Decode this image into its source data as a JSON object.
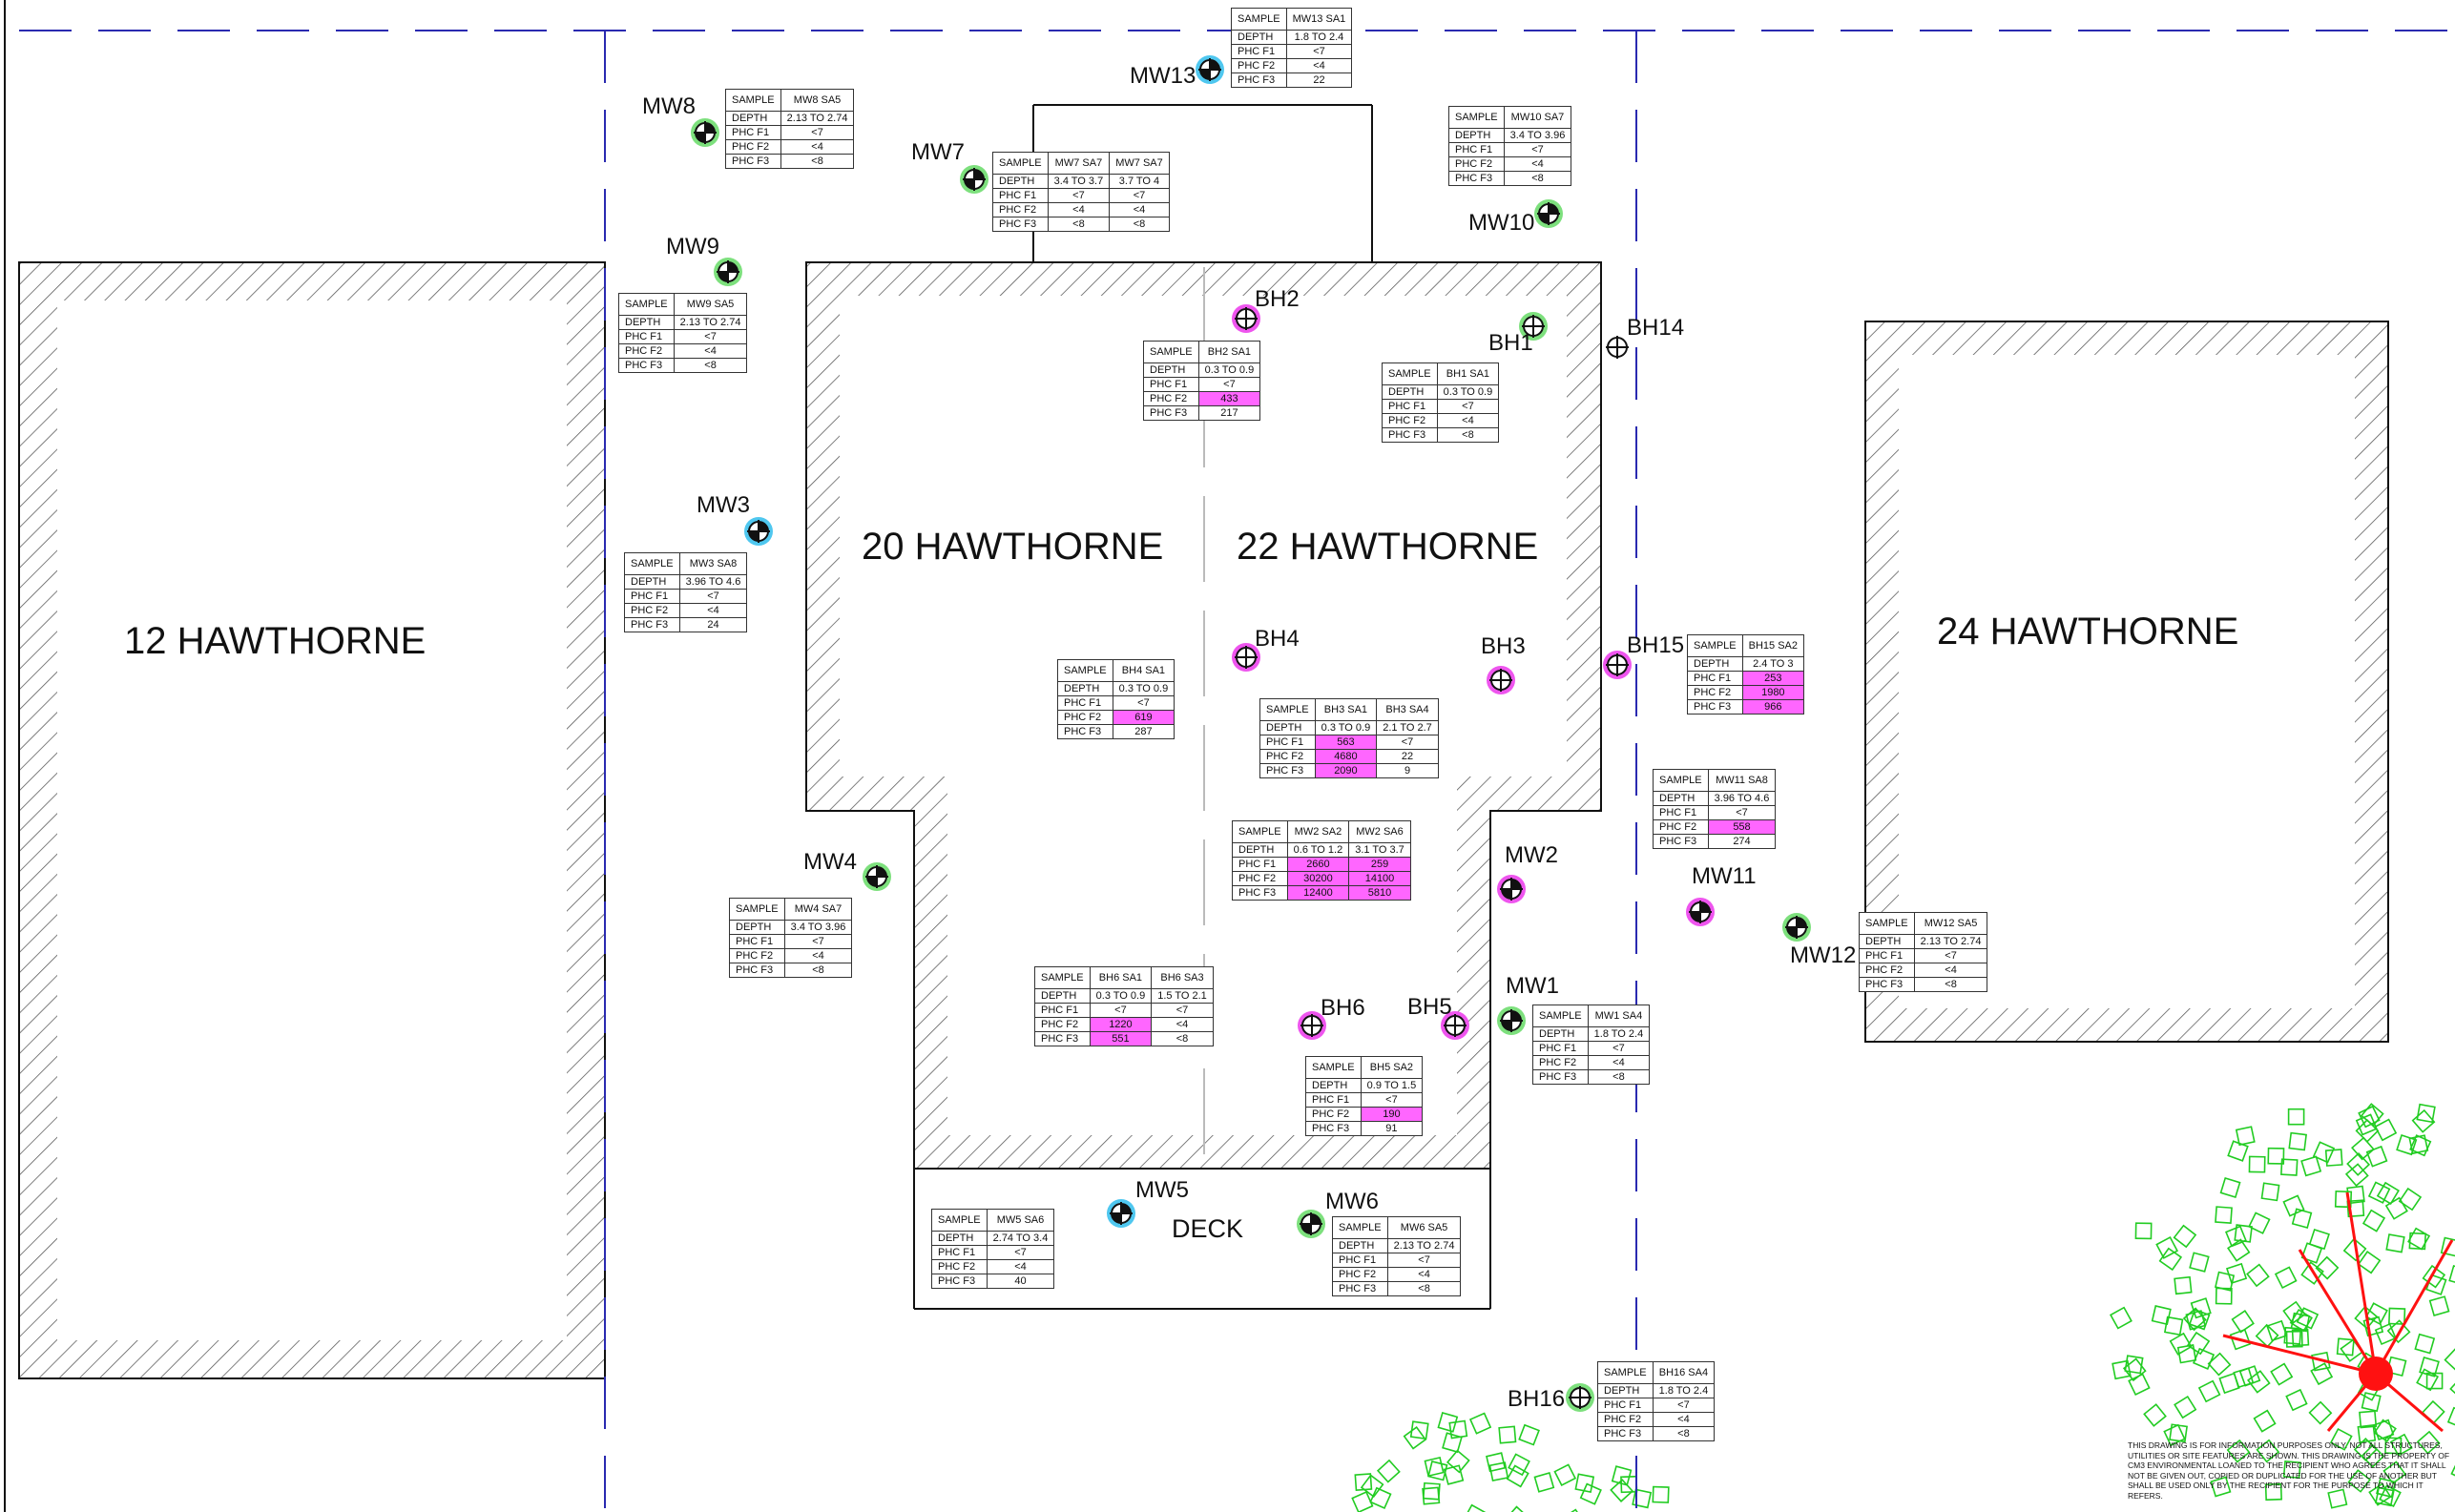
{
  "properties": [
    {
      "name": "12 HAWTHORNE"
    },
    {
      "name": "20 HAWTHORNE"
    },
    {
      "name": "22 HAWTHORNE"
    },
    {
      "name": "24 HAWTHORNE"
    }
  ],
  "deck_label": "DECK",
  "symbol_colors": {
    "green": "#7de07d",
    "blue": "#4fc7ef",
    "magenta": "#ee55ee",
    "exceedance": "#ff66ff",
    "vegetation": "#22cc22",
    "tree": "#ff1111"
  },
  "wells": [
    {
      "name": "MW8",
      "color": "green"
    },
    {
      "name": "MW7",
      "color": "green"
    },
    {
      "name": "MW13",
      "color": "blue"
    },
    {
      "name": "MW10",
      "color": "green"
    },
    {
      "name": "MW9",
      "color": "green"
    },
    {
      "name": "MW3",
      "color": "blue"
    },
    {
      "name": "BH2",
      "color": "magenta"
    },
    {
      "name": "BH1",
      "color": "green"
    },
    {
      "name": "BH14",
      "color": "none"
    },
    {
      "name": "BH4",
      "color": "magenta"
    },
    {
      "name": "BH3",
      "color": "magenta"
    },
    {
      "name": "BH15",
      "color": "magenta"
    },
    {
      "name": "MW4",
      "color": "green"
    },
    {
      "name": "MW2",
      "color": "magenta"
    },
    {
      "name": "MW11",
      "color": "magenta"
    },
    {
      "name": "MW12",
      "color": "green"
    },
    {
      "name": "BH6",
      "color": "magenta"
    },
    {
      "name": "BH5",
      "color": "magenta"
    },
    {
      "name": "MW1",
      "color": "green"
    },
    {
      "name": "MW5",
      "color": "blue"
    },
    {
      "name": "MW6",
      "color": "green"
    },
    {
      "name": "BH16",
      "color": "green"
    }
  ],
  "row_labels": {
    "sample": "SAMPLE",
    "depth": "DEPTH",
    "f1": "PHC F1",
    "f2": "PHC F2",
    "f3": "PHC F3"
  },
  "sample_tables": [
    {
      "id": "mw13",
      "cols": [
        {
          "name": "MW13 SA1",
          "depth": "1.8 TO 2.4",
          "f1": "<7",
          "f2": "<4",
          "f3": "22",
          "ex": []
        }
      ]
    },
    {
      "id": "mw8",
      "cols": [
        {
          "name": "MW8 SA5",
          "depth": "2.13 TO 2.74",
          "f1": "<7",
          "f2": "<4",
          "f3": "<8",
          "ex": []
        }
      ]
    },
    {
      "id": "mw7",
      "cols": [
        {
          "name": "MW7 SA7",
          "depth": "3.4 TO 3.7",
          "f1": "<7",
          "f2": "<4",
          "f3": "<8",
          "ex": []
        },
        {
          "name": "MW7 SA7",
          "depth": "3.7 TO 4",
          "f1": "<7",
          "f2": "<4",
          "f3": "<8",
          "ex": []
        }
      ]
    },
    {
      "id": "mw10",
      "cols": [
        {
          "name": "MW10 SA7",
          "depth": "3.4 TO 3.96",
          "f1": "<7",
          "f2": "<4",
          "f3": "<8",
          "ex": []
        }
      ]
    },
    {
      "id": "mw9",
      "cols": [
        {
          "name": "MW9 SA5",
          "depth": "2.13 TO 2.74",
          "f1": "<7",
          "f2": "<4",
          "f3": "<8",
          "ex": []
        }
      ]
    },
    {
      "id": "bh2",
      "cols": [
        {
          "name": "BH2 SA1",
          "depth": "0.3 TO 0.9",
          "f1": "<7",
          "f2": "433",
          "f3": "217",
          "ex": [
            "f2"
          ]
        }
      ]
    },
    {
      "id": "bh1",
      "cols": [
        {
          "name": "BH1 SA1",
          "depth": "0.3 TO 0.9",
          "f1": "<7",
          "f2": "<4",
          "f3": "<8",
          "ex": []
        }
      ]
    },
    {
      "id": "mw3",
      "cols": [
        {
          "name": "MW3 SA8",
          "depth": "3.96 TO 4.6",
          "f1": "<7",
          "f2": "<4",
          "f3": "24",
          "ex": []
        }
      ]
    },
    {
      "id": "bh4",
      "cols": [
        {
          "name": "BH4 SA1",
          "depth": "0.3 TO 0.9",
          "f1": "<7",
          "f2": "619",
          "f3": "287",
          "ex": [
            "f2"
          ]
        }
      ]
    },
    {
      "id": "bh3",
      "cols": [
        {
          "name": "BH3 SA1",
          "depth": "0.3 TO 0.9",
          "f1": "563",
          "f2": "4680",
          "f3": "2090",
          "ex": [
            "f1",
            "f2",
            "f3"
          ]
        },
        {
          "name": "BH3 SA4",
          "depth": "2.1 TO 2.7",
          "f1": "<7",
          "f2": "22",
          "f3": "9",
          "ex": []
        }
      ]
    },
    {
      "id": "bh15",
      "cols": [
        {
          "name": "BH15 SA2",
          "depth": "2.4 TO 3",
          "f1": "253",
          "f2": "1980",
          "f3": "966",
          "ex": [
            "f1",
            "f2",
            "f3"
          ]
        }
      ]
    },
    {
      "id": "mw11",
      "cols": [
        {
          "name": "MW11 SA8",
          "depth": "3.96 TO 4.6",
          "f1": "<7",
          "f2": "558",
          "f3": "274",
          "ex": [
            "f2"
          ]
        }
      ]
    },
    {
      "id": "mw2",
      "cols": [
        {
          "name": "MW2 SA2",
          "depth": "0.6 TO 1.2",
          "f1": "2660",
          "f2": "30200",
          "f3": "12400",
          "ex": [
            "f1",
            "f2",
            "f3"
          ]
        },
        {
          "name": "MW2 SA6",
          "depth": "3.1 TO 3.7",
          "f1": "259",
          "f2": "14100",
          "f3": "5810",
          "ex": [
            "f1",
            "f2",
            "f3"
          ]
        }
      ]
    },
    {
      "id": "mw4",
      "cols": [
        {
          "name": "MW4 SA7",
          "depth": "3.4 TO 3.96",
          "f1": "<7",
          "f2": "<4",
          "f3": "<8",
          "ex": []
        }
      ]
    },
    {
      "id": "mw12",
      "cols": [
        {
          "name": "MW12 SA5",
          "depth": "2.13 TO 2.74",
          "f1": "<7",
          "f2": "<4",
          "f3": "<8",
          "ex": []
        }
      ]
    },
    {
      "id": "bh6",
      "cols": [
        {
          "name": "BH6 SA1",
          "depth": "0.3 TO 0.9",
          "f1": "<7",
          "f2": "1220",
          "f3": "551",
          "ex": [
            "f2",
            "f3"
          ]
        },
        {
          "name": "BH6 SA3",
          "depth": "1.5 TO 2.1",
          "f1": "<7",
          "f2": "<4",
          "f3": "<8",
          "ex": []
        }
      ]
    },
    {
      "id": "mw1",
      "cols": [
        {
          "name": "MW1 SA4",
          "depth": "1.8 TO 2.4",
          "f1": "<7",
          "f2": "<4",
          "f3": "<8",
          "ex": []
        }
      ]
    },
    {
      "id": "bh5",
      "cols": [
        {
          "name": "BH5 SA2",
          "depth": "0.9 TO 1.5",
          "f1": "<7",
          "f2": "190",
          "f3": "91",
          "ex": [
            "f2"
          ]
        }
      ]
    },
    {
      "id": "mw5",
      "cols": [
        {
          "name": "MW5 SA6",
          "depth": "2.74 TO 3.4",
          "f1": "<7",
          "f2": "<4",
          "f3": "40",
          "ex": []
        }
      ]
    },
    {
      "id": "mw6",
      "cols": [
        {
          "name": "MW6 SA5",
          "depth": "2.13 TO 2.74",
          "f1": "<7",
          "f2": "<4",
          "f3": "<8",
          "ex": []
        }
      ]
    },
    {
      "id": "bh16",
      "cols": [
        {
          "name": "BH16 SA4",
          "depth": "1.8 TO 2.4",
          "f1": "<7",
          "f2": "<4",
          "f3": "<8",
          "ex": []
        }
      ]
    }
  ],
  "disclaimer": "THIS DRAWING IS FOR INFORMATION PURPOSES ONLY. NOT ALL STRUCTURES, UTILITIES OR SITE FEATURES ARE SHOWN. THIS DRAWING IS THE PROPERTY OF CM3 ENVIRONMENTAL LOANED TO THE RECIPIENT WHO AGREES THAT IT SHALL NOT BE GIVEN OUT, COPIED OR DUPLICATED FOR THE USE OF ANOTHER BUT SHALL BE USED ONLY BY THE RECIPIENT FOR THE PURPOSE TO WHICH IT REFERS."
}
